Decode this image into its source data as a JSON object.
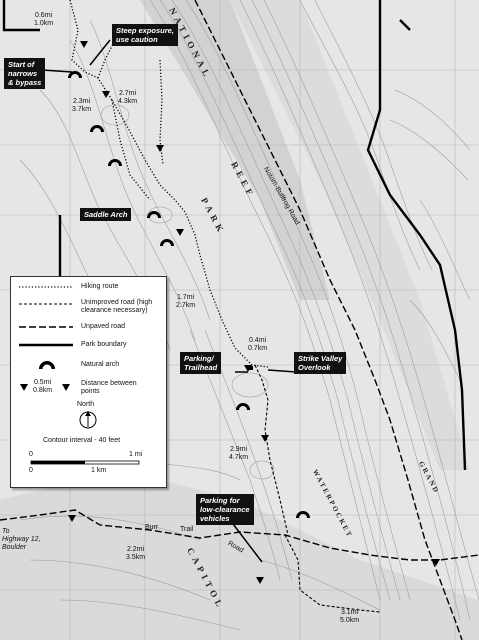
{
  "map": {
    "callouts": {
      "steep": [
        "Steep exposure,",
        "use caution"
      ],
      "narrows": [
        "Start of",
        "narrows",
        "& bypass"
      ],
      "saddle": [
        "Saddle Arch"
      ],
      "parking_trailhead": [
        "Parking/",
        "Trailhead"
      ],
      "strike": [
        "Strike Valley",
        "Overlook"
      ],
      "parking_low": [
        "Parking for",
        "low-clearance",
        "vehicles"
      ]
    },
    "distances": {
      "d1": [
        "0.6mi",
        "1.0km"
      ],
      "d2": [
        "2.3mi",
        "3.7km"
      ],
      "d3": [
        "2.7mi",
        "4.3km"
      ],
      "d4": [
        "1.7mi",
        "2.7km"
      ],
      "d5": [
        "0.4mi",
        "0.7km"
      ],
      "d6": [
        "2.9mi",
        "4.7km"
      ],
      "d7": [
        "2.2mi",
        "3.5km"
      ],
      "d8": [
        "3.1mi",
        "5.0km"
      ]
    },
    "region_labels": {
      "national": "NATIONAL",
      "reef": "REEF",
      "park": "PARK",
      "capitol": "CAPITOL",
      "waterpocket": "WATERPOCKET",
      "grand": "GRAND"
    },
    "road_labels": {
      "notom": "Notom-Bullfrog Road",
      "burr": "Burr",
      "trail": "Trail",
      "road": "Road",
      "highway": [
        "To",
        "Highway 12,",
        "Boulder"
      ]
    }
  },
  "legend": {
    "items": [
      {
        "label": "Hiking route"
      },
      {
        "label": "Unimproved road (high clearance necessary)"
      },
      {
        "label": "Unpaved road"
      },
      {
        "label": "Park boundary"
      },
      {
        "label": "Natural arch"
      },
      {
        "label": "Distance between points"
      }
    ],
    "dist_sample": [
      "0.5mi",
      "0.8km"
    ],
    "north": "North",
    "contour": "Contour interval - 40 feet",
    "scale": {
      "zero_top": "0",
      "mi": "1 mi",
      "zero_bottom": "0",
      "km": "1 km"
    }
  },
  "colors": {
    "land": "#e6e6e6",
    "contour": "#9a9a9a",
    "ink": "#111111"
  }
}
